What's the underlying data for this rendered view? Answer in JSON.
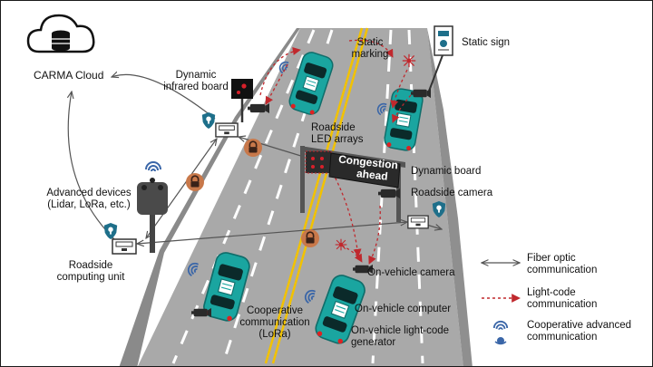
{
  "labels": {
    "cloud": "CARMA Cloud",
    "infrared_board": [
      "Dynamic",
      "infrared board"
    ],
    "static_marking": [
      "Static",
      "marking"
    ],
    "static_sign": "Static sign",
    "led_arrays": [
      "Roadside",
      "LED arrays"
    ],
    "dynamic_board": "Dynamic board",
    "roadside_camera": "Roadside camera",
    "advanced_devices": [
      "Advanced devices",
      "(Lidar, LoRa, etc.)"
    ],
    "computing_unit": [
      "Roadside",
      "computing unit"
    ],
    "on_vehicle_camera": "On-vehicle camera",
    "on_vehicle_computer": "On-vehicle computer",
    "on_vehicle_generator": [
      "On-vehicle light-code",
      "generator"
    ],
    "cooperative_comm": [
      "Cooperative",
      "communication",
      "(LoRa)"
    ]
  },
  "sign": [
    "Congestion",
    "ahead"
  ],
  "legend": [
    {
      "icon": "double-arrow-icon",
      "lines": [
        "Fiber optic",
        "communication"
      ]
    },
    {
      "icon": "dashed-red-arrow-icon",
      "lines": [
        "Light-code",
        "communication"
      ]
    },
    {
      "icon": "wireless-signal-icon",
      "lines": [
        "Cooperative advanced",
        "communication"
      ]
    }
  ],
  "colors": {
    "road": "#a9a9a9",
    "lane_marking": "#ffffff",
    "center_line": "#f2c200",
    "vehicle": "#1aa5a0",
    "light_code": "#c0282d",
    "lock": "#c8784a",
    "signal": "#3a66a8"
  }
}
